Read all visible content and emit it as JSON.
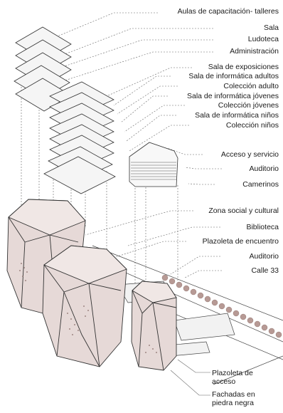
{
  "labels": {
    "aulas": "Aulas de capacitación- talleres",
    "sala": "Sala",
    "ludoteca": "Ludoteca",
    "administracion": "Administración",
    "sala_exposiciones": "Sala de exposiciones",
    "sala_info_adultos": "Sala de informática adultos",
    "coleccion_adulto": "Colección adulto",
    "sala_info_jovenes": "Sala de informática jóvenes",
    "coleccion_jovenes": "Colección jóvenes",
    "sala_info_ninos": "Sala de informática niños",
    "coleccion_ninos": "Colección niños",
    "acceso_servicio": "Acceso y servicio",
    "auditorio_top": "Auditorio",
    "camerinos": "Camerinos",
    "zona_social": "Zona social y cultural",
    "biblioteca": "Biblioteca",
    "plazoleta_encuentro": "Plazoleta de encuentro",
    "auditorio_bottom": "Auditorio",
    "calle": "Calle 33",
    "plazoleta_acceso_1": "Plazoleta de",
    "plazoleta_acceso_2": "acceso",
    "fachadas_1": "Fachadas en",
    "fachadas_2": "piedra negra"
  },
  "colors": {
    "line": "#555555",
    "stroke": "#333333",
    "facade": "#e6d9d7",
    "facade_dark": "#cdb9b6",
    "plate": "#f4f4f4",
    "tree": "#b79a95"
  }
}
